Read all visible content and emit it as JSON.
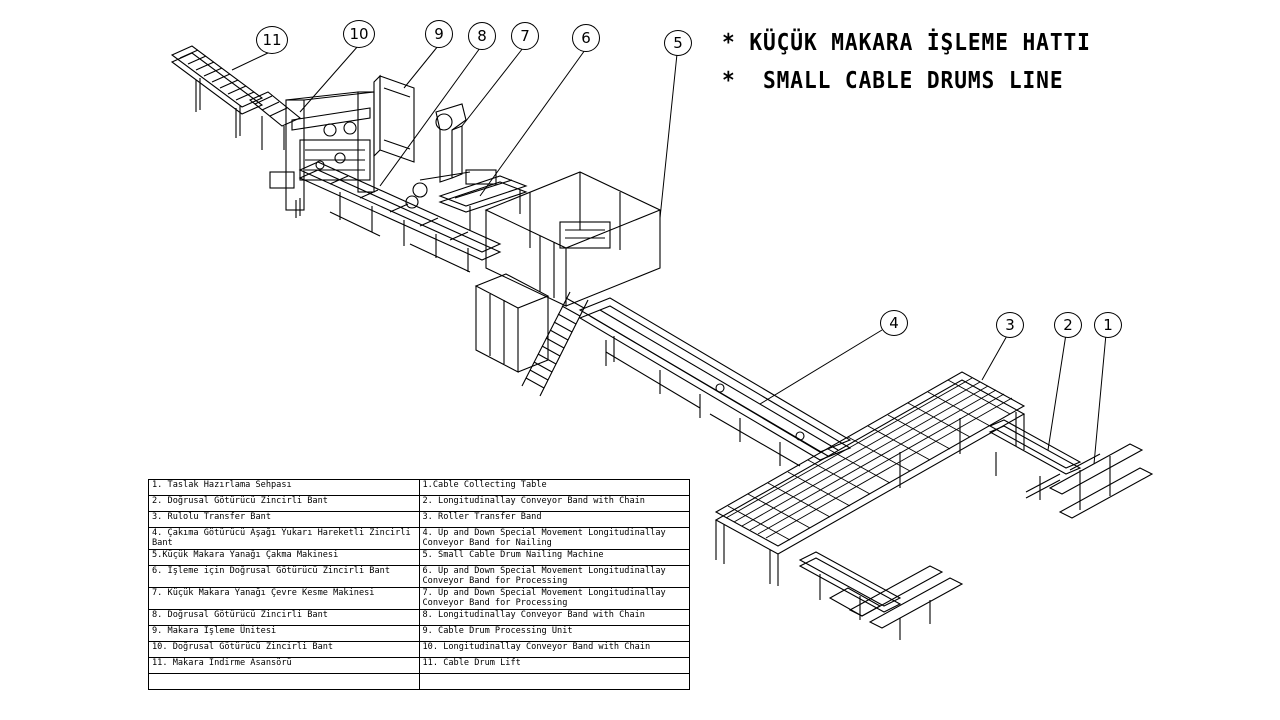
{
  "title": {
    "line1": "* KÜÇÜK MAKARA İŞLEME HATTI",
    "line2": "*  SMALL CABLE DRUMS LINE"
  },
  "callouts": [
    "1",
    "2",
    "3",
    "4",
    "5",
    "6",
    "7",
    "8",
    "9",
    "10",
    "11"
  ],
  "legend": {
    "rows": [
      {
        "tr": "1. Taslak Hazırlama Sehpası",
        "en": "1.Cable Collecting Table"
      },
      {
        "tr": "2. Doğrusal Götürücü Zincirli Bant",
        "en": "2. Longitudinallay Conveyor Band with Chain"
      },
      {
        "tr": "3. Rulolu Transfer Bant",
        "en": "3. Roller Transfer Band"
      },
      {
        "tr": "4. Çakıma Götürücü Aşağı Yukarı Hareketli Zincirli Bant",
        "en": "4. Up and Down Special Movement Longitudinallay Conveyor Band for Nailing"
      },
      {
        "tr": "5.Küçük Makara Yanağı Çakma Makinesi",
        "en": "5. Small Cable Drum Nailing Machine"
      },
      {
        "tr": "6. İşleme için  Doğrusal Götürücü Zincirli Bant",
        "en": "6. Up and Down Special Movement Longitudinallay Conveyor Band for Processing"
      },
      {
        "tr": "7. Küçük Makara Yanağı Çevre Kesme Makinesi",
        "en": "7. Up and Down Special Movement Longitudinallay Conveyor Band for Processing"
      },
      {
        "tr": "8. Doğrusal Götürücü Zincirli Bant",
        "en": "8. Longitudinallay Conveyor Band with Chain"
      },
      {
        "tr": "9. Makara İşleme Ünitesi",
        "en": "9. Cable Drum Processing Unit"
      },
      {
        "tr": "10. Doğrusal Götürücü Zincirli Bant",
        "en": "10. Longitudinallay Conveyor Band with Chain"
      },
      {
        "tr": "11. Makara İndirme Asansörü",
        "en": "11. Cable Drum Lift"
      },
      {
        "tr": "",
        "en": ""
      }
    ]
  }
}
